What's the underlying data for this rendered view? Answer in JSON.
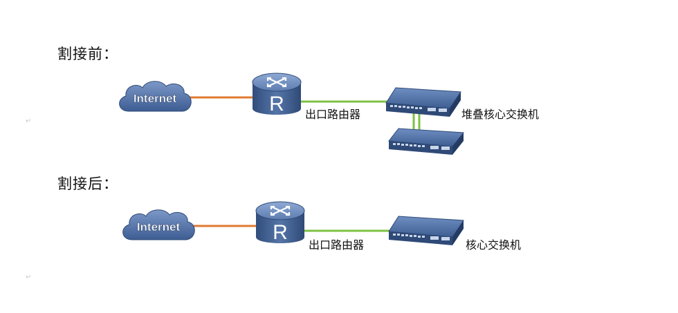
{
  "sections": {
    "before": {
      "title": "割接前：",
      "cloud_label": "Internet",
      "router_label": "出口路由器",
      "router_letter": "R",
      "switch_label": "堆叠核心交换机"
    },
    "after": {
      "title": "割接后：",
      "cloud_label": "Internet",
      "router_label": "出口路由器",
      "router_letter": "R",
      "switch_label": "核心交换机"
    }
  },
  "margin_marks": [
    "↵",
    "↵"
  ],
  "colors": {
    "wan_link": "#e07a30",
    "lan_link": "#7dc242",
    "cloud": "#4d6fa8",
    "router_body": "#3f5e8f",
    "router_top": "#6e8dbd",
    "switch_body": "#34507e",
    "switch_top": "#5d7db0"
  },
  "icons": [
    "cloud-icon",
    "router-icon",
    "switch-icon"
  ]
}
